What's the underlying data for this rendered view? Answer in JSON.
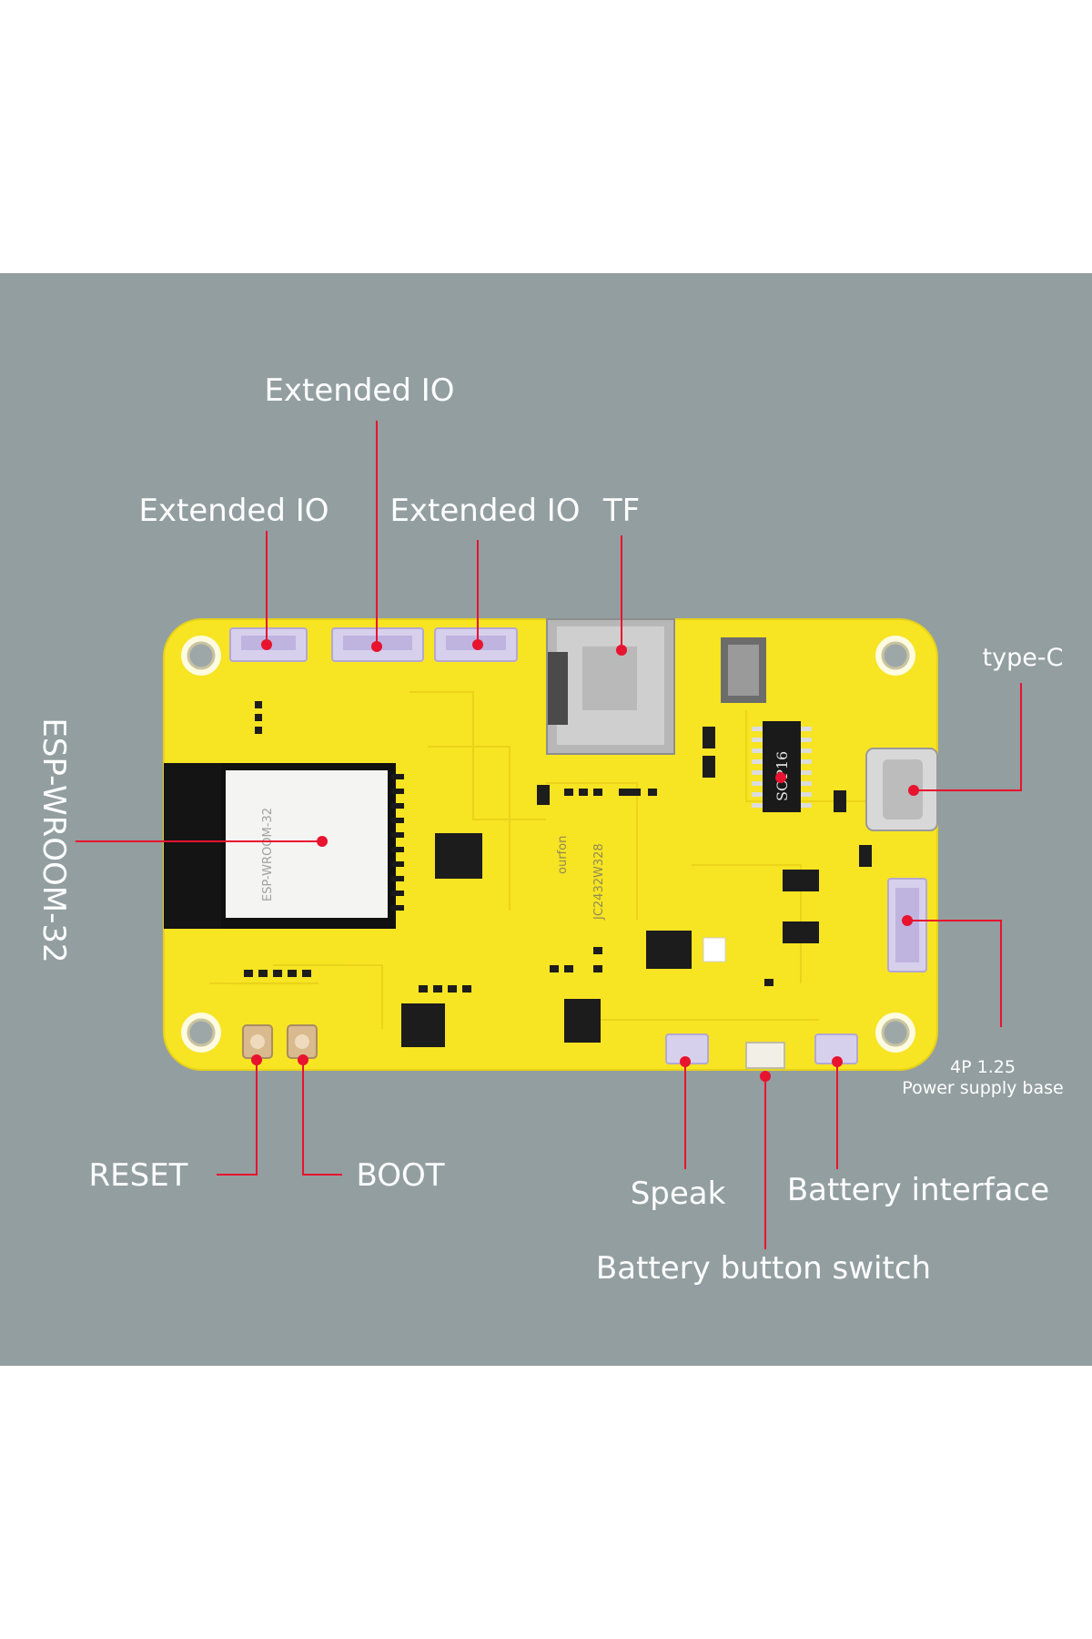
{
  "labels": {
    "extended_io_top": "Extended IO",
    "extended_io_left": "Extended IO",
    "extended_io_mid": "Extended IO",
    "tf": "TF",
    "type_c": "type-C",
    "esp_module": "ESP-WROOM-32",
    "power_line1": "4P 1.25",
    "power_line2": "Power supply base",
    "reset": "RESET",
    "boot": "BOOT",
    "speak": "Speak",
    "battery_interface": "Battery interface",
    "battery_button_switch": "Battery button switch"
  },
  "board_text": {
    "module_print": "ESP-WROOM-32",
    "chip_print": "SOP16",
    "brand_print": "ourfon",
    "model_print": "JC2432W328"
  },
  "colors": {
    "background_panel": "#939ea0",
    "pcb": "#f7e423",
    "leader_line": "#e8132f",
    "label_text": "#ffffff"
  }
}
